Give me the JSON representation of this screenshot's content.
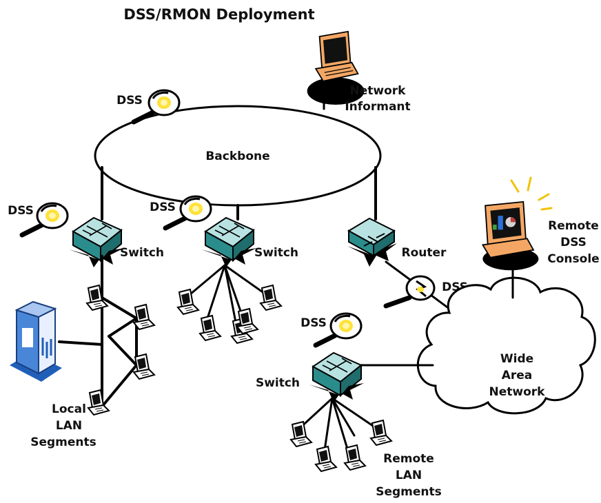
{
  "title": "DSS/RMON Deployment",
  "labels": {
    "backbone": "Backbone",
    "network_informant_1": "Network",
    "network_informant_2": "Informant",
    "remote_console_1": "Remote",
    "remote_console_2": "DSS",
    "remote_console_3": "Console",
    "wan_1": "Wide",
    "wan_2": "Area",
    "wan_3": "Network",
    "switch": "Switch",
    "router": "Router",
    "dss": "DSS",
    "local_lan_1": "Local",
    "local_lan_2": "LAN",
    "local_lan_3": "Segments",
    "remote_lan_1": "Remote",
    "remote_lan_2": "LAN",
    "remote_lan_3": "Segments"
  },
  "colors": {
    "monitor_body": "#f4a764",
    "lens_glow": "#ffe23a",
    "lens_glow_center": "#fff6b0",
    "device_teal": "#2b8c8c",
    "device_top": "#9fd6d6",
    "server_blue": "#1f5fb8",
    "sparkle": "#f2c200"
  },
  "icons": {
    "probe": "magnifier-icon",
    "switch": "switch-icon",
    "router": "router-icon",
    "workstation": "computer-icon",
    "server": "server-icon",
    "wan": "cloud-icon"
  }
}
